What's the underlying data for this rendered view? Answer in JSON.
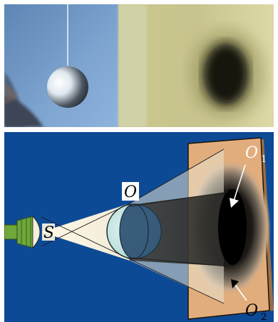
{
  "photo": {
    "left_scene": "hanging-ball-photo",
    "right_scene": "blurred-shadow-photo"
  },
  "diagram": {
    "labels": {
      "source": "S",
      "ball_top": "O",
      "umbra_label": "O",
      "umbra_sub": "1",
      "penumbra_label": "O",
      "penumbra_sub": "2"
    },
    "colors": {
      "background": "#0d4a96",
      "screen": "#e2ad7c",
      "light_cone": "#fff8e4",
      "ball": "#c6e6e2",
      "lamp": "#6fa73a"
    }
  }
}
